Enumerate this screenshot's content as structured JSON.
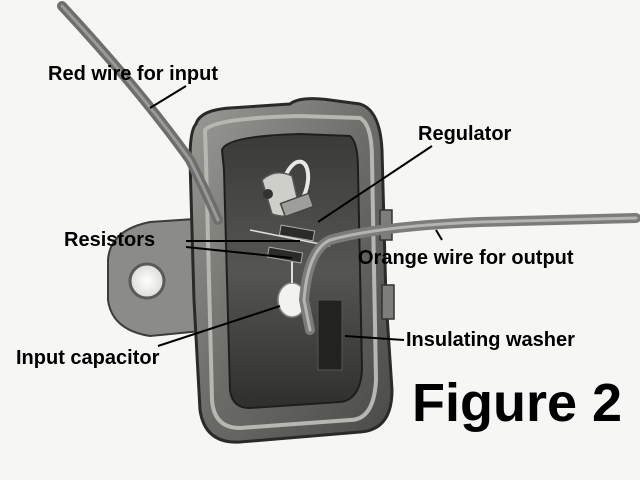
{
  "figure": {
    "title": "Figure 2",
    "labels": {
      "red_wire": "Red wire for input",
      "regulator": "Regulator",
      "resistors": "Resistors",
      "orange_wire": "Orange wire for output",
      "insulating_washer": "Insulating washer",
      "input_capacitor": "Input capacitor"
    }
  }
}
